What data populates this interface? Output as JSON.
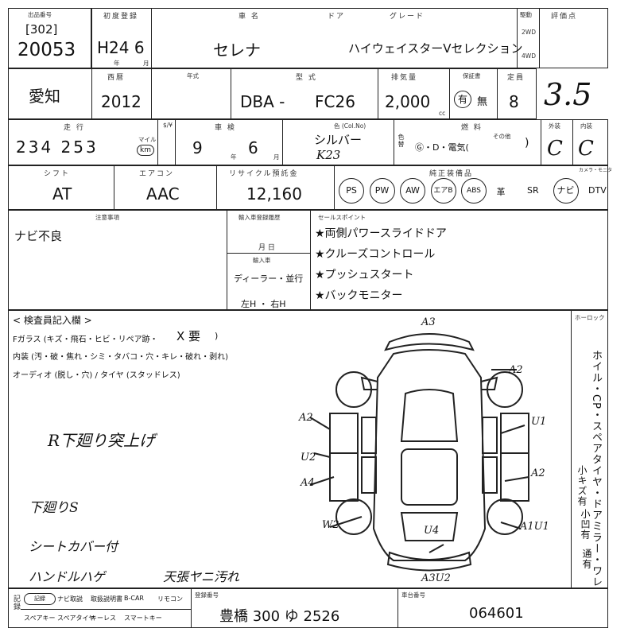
{
  "header": {
    "lot_label": "出品番号",
    "lot_prefix": "[302]",
    "lot_number": "20053",
    "first_reg_label": "初度登録",
    "first_reg": "H24 6",
    "year_small": "年",
    "month_small": "月",
    "car_name_label": "車 名",
    "car_name": "セレナ",
    "door_label": "ドア",
    "grade_label": "グレード",
    "grade": "ハイウェイスターVセレクション",
    "drive_label": "駆動",
    "drive_2wd": "2WD",
    "drive_4wd": "4WD",
    "score_label": "評価点",
    "score": "3.5"
  },
  "row2": {
    "area": "愛知",
    "year_label": "西暦",
    "year": "2012",
    "reg_label": "年式",
    "model_label": "型 式",
    "model_prefix": "DBA -",
    "model": "FC26",
    "displacement_label": "排気量",
    "displacement": "2,000",
    "displacement_unit": "cc",
    "inspection_label": "保証書",
    "inspection_yes": "有",
    "inspection_no": "無",
    "capacity_label": "定員",
    "capacity": "8"
  },
  "row3": {
    "mileage_label": "走 行",
    "mileage": "234 253",
    "mileage_unit_mile": "マイル",
    "mileage_unit_km": "km",
    "meter_label": "$/¥",
    "shaken_label": "車 検",
    "shaken_year": "9",
    "shaken_year_unit": "年",
    "shaken_month": "6",
    "shaken_month_unit": "月",
    "color_label": "色 (Col.No)",
    "color": "シルバー",
    "color_no": "K23",
    "color_change_label": "色替",
    "fuel_label": "燃 料",
    "fuel_options": "Ⓖ・D・電気(",
    "fuel_other": "その他",
    "fuel_close": ")",
    "exterior_label": "外装",
    "exterior": "C",
    "interior_label": "内装",
    "interior": "C"
  },
  "row4": {
    "shift_label": "シフト",
    "shift": "AT",
    "ac_label": "エアコン",
    "ac": "AAC",
    "recycle_label": "リサイクル預託金",
    "recycle": "12,160",
    "equipment_label": "純正装備品",
    "equipment": [
      "PS",
      "PW",
      "AW",
      "エアB",
      "ABS",
      "革",
      "SR",
      "ナビ",
      "DTV"
    ],
    "equipment_circled": [
      "PS",
      "PW",
      "AW",
      "エアB",
      "ABS",
      "ナビ"
    ],
    "camera_label": "カメラ・モニタ"
  },
  "notes": {
    "notes_label": "注意事項",
    "note_text": "ナビ不良",
    "history_label": "輸入車登録履歴",
    "month_day": "月 日",
    "import_label": "輸入車",
    "import_type": "ディーラー・並行",
    "steering": "左H ・ 右H",
    "sales_label": "セールスポイント",
    "sales_points": [
      "★両側パワースライドドア",
      "★クルーズコントロール",
      "★プッシュスタート",
      "★バックモニター"
    ]
  },
  "inspector": {
    "title": "< 検査員記入欄 >",
    "line1_prefix": "Fガラス (キズ・飛石・ヒビ・リペア跡・",
    "line1_mark": "X 要",
    "line1_suffix": ")",
    "line2": "内装 (汚・破・焦れ・シミ・タバコ・穴・キレ・破れ・剥れ)",
    "line3": "オーディオ (脱し・穴) / タイヤ (スタッドレス)",
    "handwritten": [
      "R下廻り突上げ",
      "下廻りS",
      "シートカバー付",
      "ハンドルハゲ",
      "天張ヤニ汚れ"
    ]
  },
  "diagram": {
    "marks": [
      "A3",
      "A2",
      "U1",
      "A2",
      "A1U1",
      "U4",
      "A3U2",
      "A2",
      "U2",
      "A4",
      "W2"
    ]
  },
  "side_panel": {
    "title": "ホーロック",
    "vertical_main": "ホイル・CP・スペアタイヤ・ドアミラー・ワレ",
    "vertical_sub1": "小キズ有",
    "vertical_sub2": "小凹有",
    "vertical_sub3": "通有"
  },
  "footer": {
    "check_label": "記録",
    "check_items": [
      "記録",
      "ナビ取説",
      "取扱説明書",
      "B-CAR",
      "リモコン"
    ],
    "check_items2": [
      "スペアキー",
      "スペアタイヤ",
      "キーレス",
      "スマートキー"
    ],
    "plate_label": "登録番号",
    "plate": "豊橋 300 ゆ 2526",
    "chassis_label": "車台番号",
    "chassis": "064601"
  }
}
